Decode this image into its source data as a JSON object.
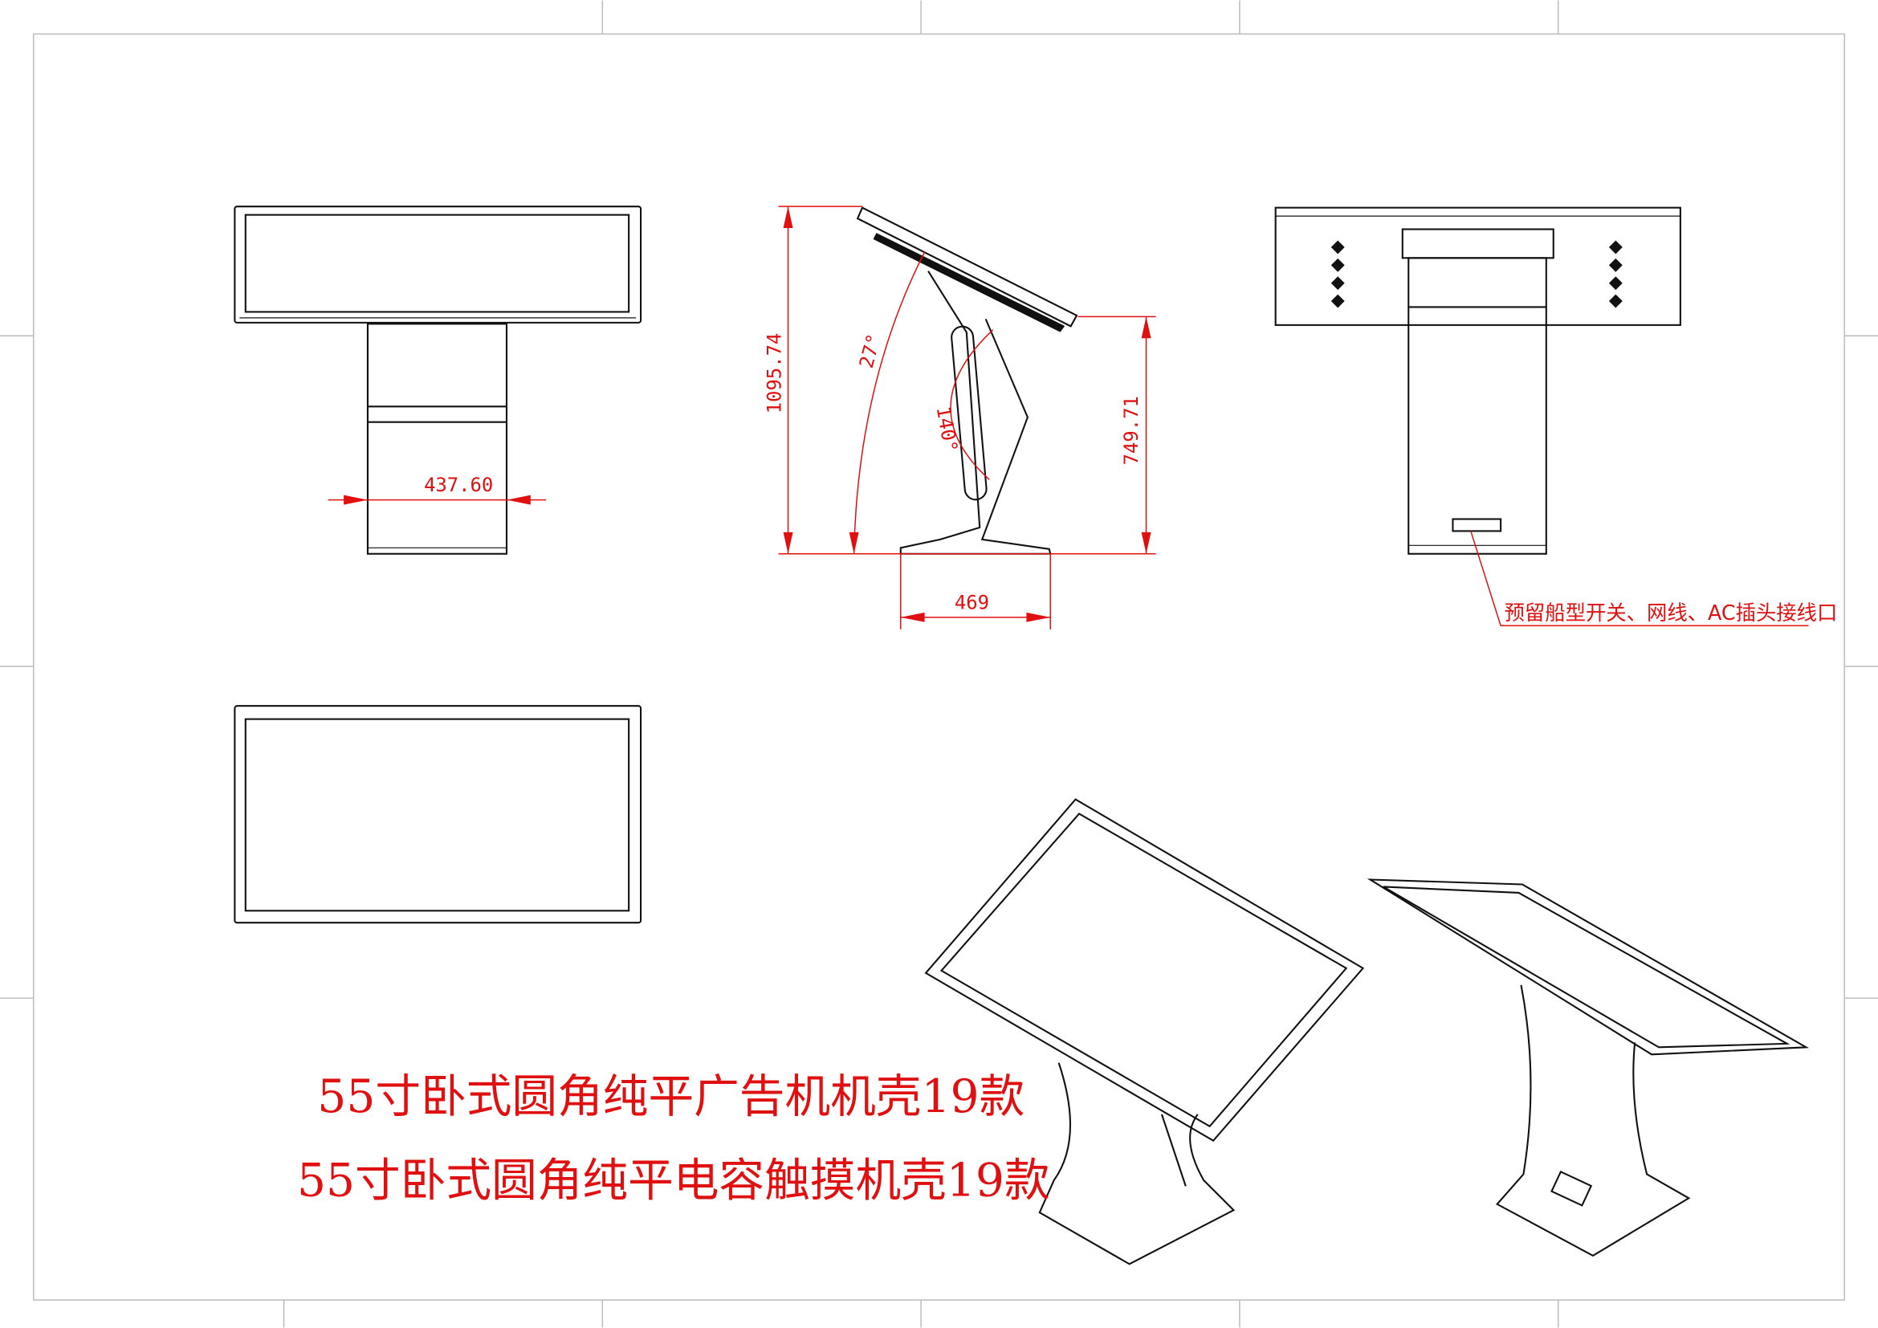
{
  "dimensions": {
    "stand_width": "437.60",
    "total_height": "1095.74",
    "tilt_angle": "27°",
    "bend_angle": "140°",
    "front_height": "749.71",
    "base_depth": "469"
  },
  "annotation": "预留船型开关、网线、AC插头接线口",
  "titles": {
    "line1": "55寸卧式圆角纯平广告机机壳19款",
    "line2": "55寸卧式圆角纯平电容触摸机壳19款"
  },
  "colors": {
    "dimension": "#e01010",
    "outline": "#111111"
  }
}
